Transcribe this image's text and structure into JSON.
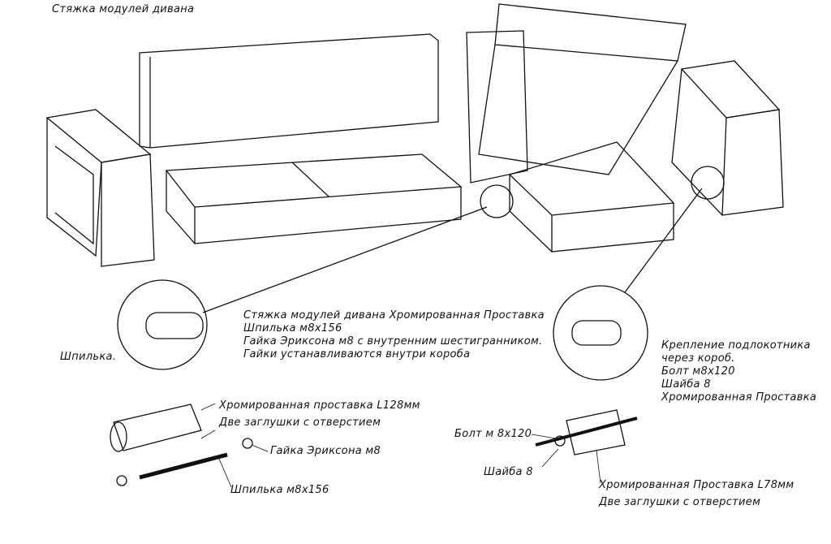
{
  "title": "Стяжка модулей дивана",
  "callout_center": [
    "Стяжка модулей дивана Хромированная Проставка",
    "Шпилька м8х156",
    "Гайка Эриксона м8 с внутренним шестигранником.",
    "Гайки устанавливаются внутри короба"
  ],
  "label_stud": "Шпилька.",
  "callout_right": [
    "Крепление подлокотника",
    "через короб.",
    "Болт м8х120",
    "Шайба 8",
    "Хромированная Проставка"
  ],
  "spacer_long": [
    "Хромированная проставка L128мм",
    "Две заглушки с отверстием"
  ],
  "nut_label": "Гайка Эриксона м8",
  "stud_label": "Шпилька м8х156",
  "bolt_label": "Болт м 8х120",
  "washer_label": "Шайба 8",
  "spacer_short": [
    "Хромированная Проставка L78мм",
    "Две заглушки с отверстием"
  ]
}
